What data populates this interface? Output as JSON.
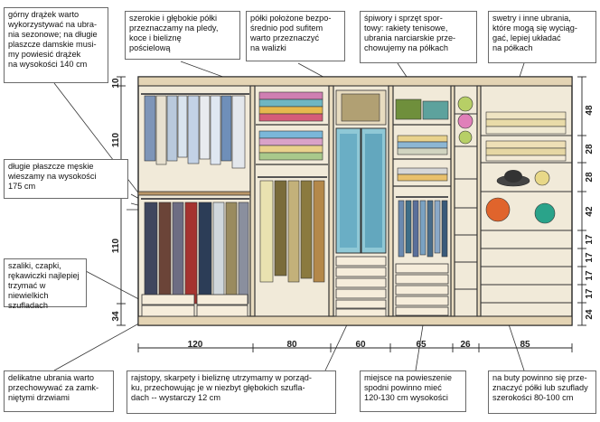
{
  "callouts": {
    "top_rail": "górny drążek warto\nwykorzystywać na ubra-\nnia sezonowe; na długie\nplaszcze damskie musi-\nmy powiesić drążek\nna wysokości 140 cm",
    "wide_shelves": "szerokie i głębokie półki\nprzeznaczamy na pledy,\nkoce i bieliznę\npościelową",
    "top_shelves": "półki położone bezpo-\nśrednio pod sufitem\nwarto przeznaczyć\nna walizki",
    "sports": "śpiwory i sprzęt spor-\ntowy: rakiety tenisowe,\nubrania narciarskie prze-\nchowujemy na półkach",
    "sweaters": "swetry i inne ubrania,\nktóre mogą się wyciąg-\ngać, lepiej układać\nna półkach",
    "long_coats": "długie płaszcze męskie\nwieszamy na wysokości\n175 cm",
    "scarves": "szaliki, czapki,\nrękawiczki najlepiej\ntrzymać w niewielkich\nszufladach",
    "closed_doors": "delikatne ubrania warto\nprzechowywać za zamk-\nniętymi drzwiami",
    "small_drawers": "rajstopy, skarpety i bieliznę utrzymamy w porząd-\nku, przechowując je w niezbyt głębokich szuflа-\ndach -- wystarczy 12 cm",
    "hanging_space": "miejsce na powieszenie\nspodni powinno mieć\n120-130 cm wysokości",
    "shoes": "na buty powinno się prze-\nznaczyć półki lub szuflady\nszerokości 80-100 cm"
  },
  "widths": [
    "120",
    "80",
    "60",
    "65",
    "26",
    "85"
  ],
  "left_heights": [
    "10",
    "110",
    "110",
    "34"
  ],
  "right_heights": [
    "48",
    "28",
    "28",
    "42",
    "17",
    "17",
    "17",
    "17",
    "24"
  ]
}
